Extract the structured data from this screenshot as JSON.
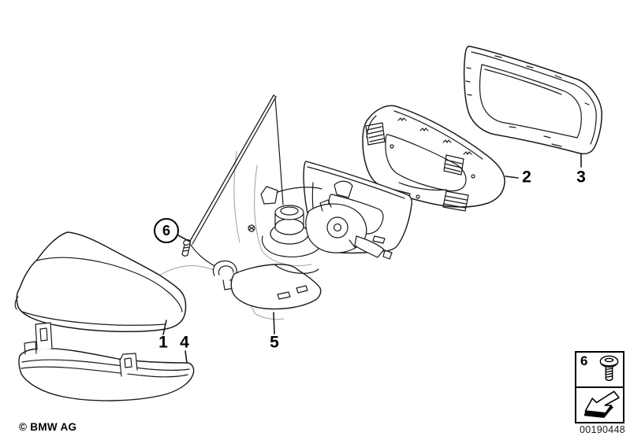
{
  "diagram": {
    "type": "exploded-parts-diagram",
    "subject": "exterior mirror assembly",
    "callouts": {
      "part1": "1",
      "part2": "2",
      "part3": "3",
      "part4": "4",
      "part5": "5",
      "screw": "6"
    },
    "circled_callout": "6",
    "detail_box": {
      "number": "6",
      "icon": "screw-icon",
      "arrow": "installation-direction-arrow-icon"
    },
    "footer": {
      "copyright": "© BMW AG",
      "document_number": "00190448"
    },
    "colors": {
      "background": "#ffffff",
      "line": "#1a1a1a",
      "light_line": "#a6a6a6",
      "text": "#000000"
    }
  }
}
